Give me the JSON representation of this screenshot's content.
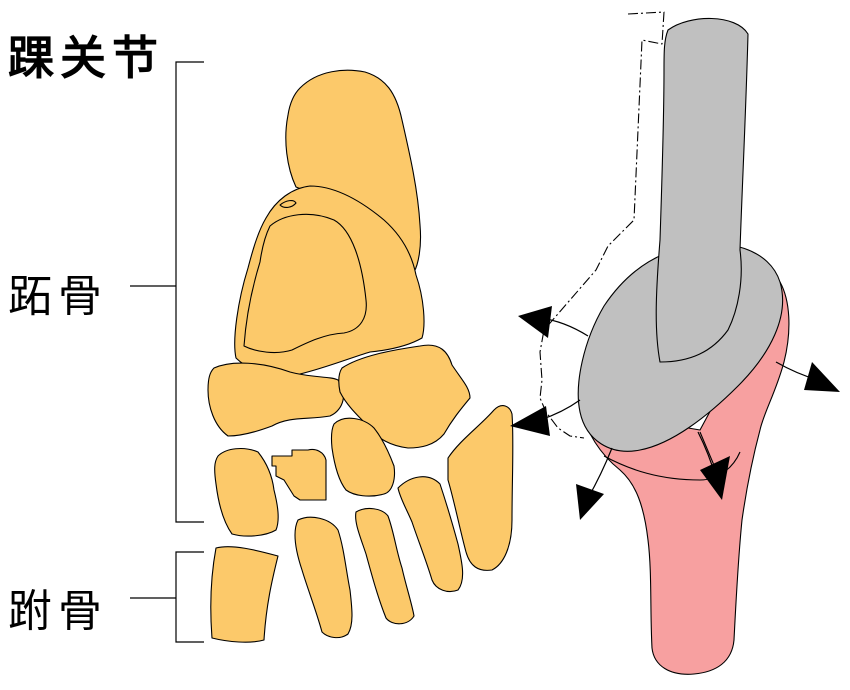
{
  "labels": {
    "title": "踝关节",
    "tarsal": "跖骨",
    "metatarsal": "跗骨"
  },
  "colors": {
    "bone": "#fcc96a",
    "joint_head": "#c0c0c0",
    "joint_base": "#f7a0a0",
    "outline": "#000000",
    "background": "#ffffff"
  }
}
